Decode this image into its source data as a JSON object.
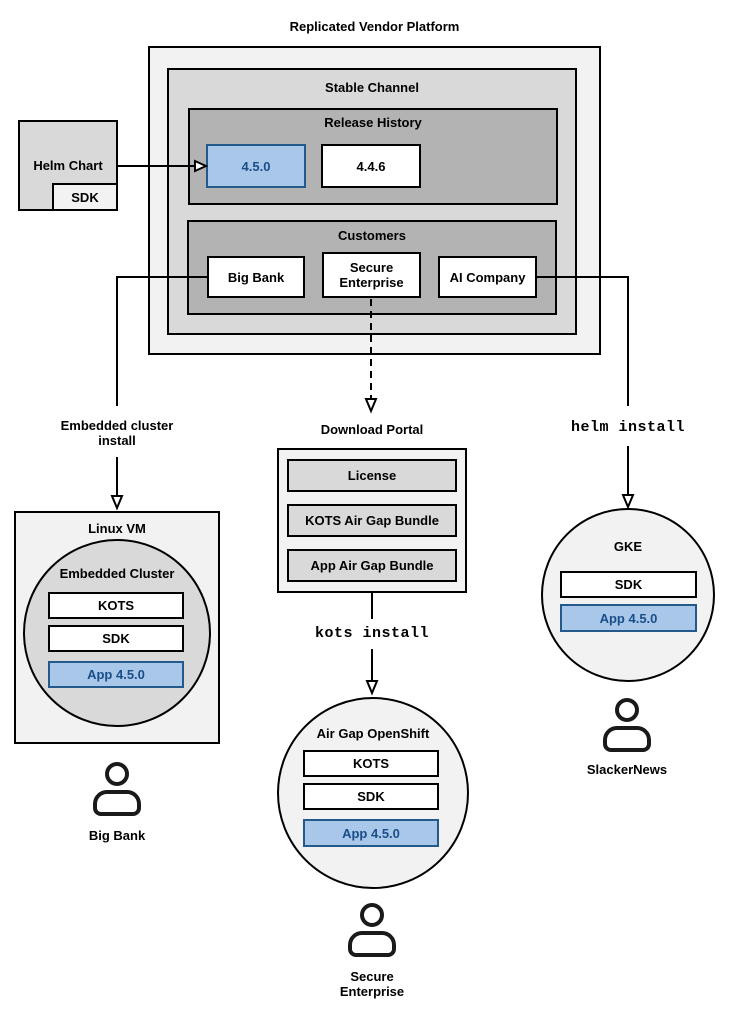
{
  "colors": {
    "canvas_bg": "#ffffff",
    "container_fill": "#f2f2f2",
    "panel_fill": "#d9d9d9",
    "group_fill": "#b3b3b3",
    "node_fill": "#ffffff",
    "highlight_fill": "#a9c7e8",
    "highlight_border": "#24598c",
    "highlight_text": "#1a4e8a",
    "line_color": "#000000"
  },
  "title": "Replicated Vendor Platform",
  "platform": {
    "stable_channel_label": "Stable Channel",
    "release_history": {
      "label": "Release History",
      "current_release": "4.5.0",
      "previous_release": "4.4.6"
    },
    "customers": {
      "label": "Customers",
      "big_bank": "Big Bank",
      "secure_enterprise": "Secure Enterprise",
      "ai_company": "AI Company"
    }
  },
  "helm_chart": {
    "label": "Helm Chart",
    "sdk": "SDK"
  },
  "embedded_flow": {
    "arrow_label": "Embedded cluster install",
    "vm_label": "Linux VM",
    "cluster_label": "Embedded Cluster",
    "kots": "KOTS",
    "sdk": "SDK",
    "app": "App 4.5.0",
    "user_label": "Big Bank"
  },
  "airgap_flow": {
    "portal_label": "Download Portal",
    "license": "License",
    "kots_bundle": "KOTS Air Gap Bundle",
    "app_bundle": "App Air Gap Bundle",
    "command": "kots install",
    "cluster_label": "Air Gap OpenShift",
    "kots": "KOTS",
    "sdk": "SDK",
    "app": "App 4.5.0",
    "user_label": "Secure Enterprise"
  },
  "helm_flow": {
    "command": "helm install",
    "cluster_label": "GKE",
    "sdk": "SDK",
    "app": "App 4.5.0",
    "user_label": "SlackerNews"
  }
}
